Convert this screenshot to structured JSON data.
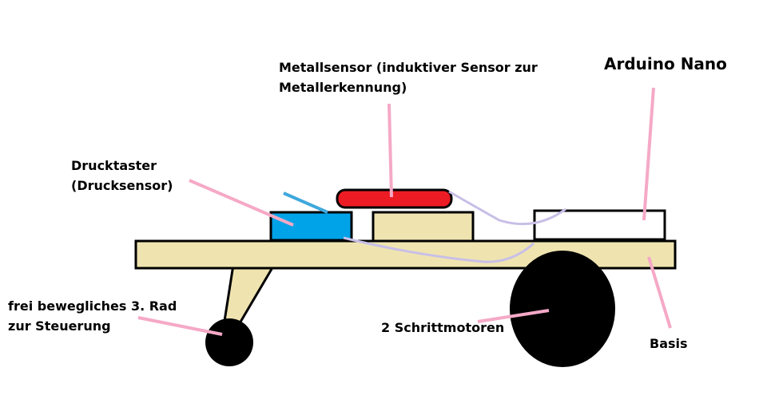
{
  "labels": {
    "metallsensor": {
      "line1": "Metallsensor (induktiver Sensor zur",
      "line2": "Metallerkennung)"
    },
    "arduino": "Arduino Nano",
    "drucktaster": {
      "line1": "Drucktaster",
      "line2": "(Drucksensor)"
    },
    "rad": {
      "line1": "frei bewegliches 3. Rad",
      "line2": "zur Steuerung"
    },
    "motoren": "2 Schrittmotoren",
    "basis": "Basis"
  },
  "colors": {
    "base": "#efe4b0",
    "press_button": "#00a2e8",
    "metal_sensor": "#ed1c24",
    "arduino": "#ffffff",
    "wheel": "#000000",
    "leader_line": "#f5a9c6",
    "wire": "#c8bfe7",
    "button_lead": "#3ea8dc"
  }
}
